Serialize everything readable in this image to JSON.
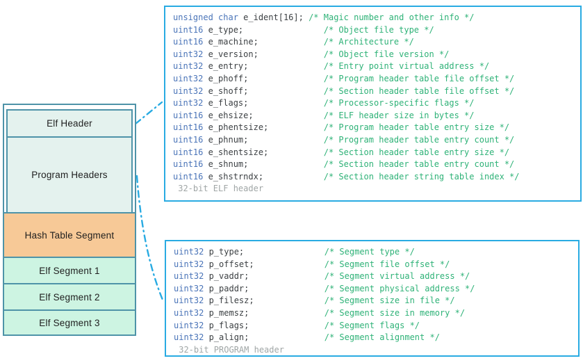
{
  "diagram": {
    "boxes": [
      {
        "label": "Elf Header"
      },
      {
        "label": "Program Headers"
      },
      {
        "label": "Hash Table Segment"
      },
      {
        "label": "Elf Segment 1"
      },
      {
        "label": "Elf Segment 2"
      },
      {
        "label": "Elf Segment 3"
      }
    ]
  },
  "elf_header_block": {
    "lines": [
      {
        "t": "unsigned char",
        "d": " e_ident[16]; ",
        "c": "/* Magic number and other info */"
      },
      {
        "t": "uint16",
        "d": " e_type;                ",
        "c": "/* Object file type */"
      },
      {
        "t": "uint16",
        "d": " e_machine;             ",
        "c": "/* Architecture */"
      },
      {
        "t": "uint32",
        "d": " e_version;             ",
        "c": "/* Object file version */"
      },
      {
        "t": "uint32",
        "d": " e_entry;               ",
        "c": "/* Entry point virtual address */"
      },
      {
        "t": "uint32",
        "d": " e_phoff;               ",
        "c": "/* Program header table file offset */"
      },
      {
        "t": "uint32",
        "d": " e_shoff;               ",
        "c": "/* Section header table file offset */"
      },
      {
        "t": "uint32",
        "d": " e_flags;               ",
        "c": "/* Processor-specific flags */"
      },
      {
        "t": "uint16",
        "d": " e_ehsize;              ",
        "c": "/* ELF header size in bytes */"
      },
      {
        "t": "uint16",
        "d": " e_phentsize;           ",
        "c": "/* Program header table entry size */"
      },
      {
        "t": "uint16",
        "d": " e_phnum;               ",
        "c": "/* Program header table entry count */"
      },
      {
        "t": "uint16",
        "d": " e_shentsize;           ",
        "c": "/* Section header table entry size */"
      },
      {
        "t": "uint16",
        "d": " e_shnum;               ",
        "c": "/* Section header table entry count */"
      },
      {
        "t": "uint16",
        "d": " e_shstrndx;            ",
        "c": "/* Section header string table index */"
      }
    ],
    "caption": " 32-bit ELF header"
  },
  "program_header_block": {
    "lines": [
      {
        "t": "uint32",
        "d": " p_type;                ",
        "c": "/* Segment type */"
      },
      {
        "t": "uint32",
        "d": " p_offset;              ",
        "c": "/* Segment file offset */"
      },
      {
        "t": "uint32",
        "d": " p_vaddr;               ",
        "c": "/* Segment virtual address */"
      },
      {
        "t": "uint32",
        "d": " p_paddr;               ",
        "c": "/* Segment physical address */"
      },
      {
        "t": "uint32",
        "d": " p_filesz;              ",
        "c": "/* Segment size in file */"
      },
      {
        "t": "uint32",
        "d": " p_memsz;               ",
        "c": "/* Segment size in memory */"
      },
      {
        "t": "uint32",
        "d": " p_flags;               ",
        "c": "/* Segment flags */"
      },
      {
        "t": "uint32",
        "d": " p_align;               ",
        "c": "/* Segment alignment */"
      }
    ],
    "caption": " 32-bit PROGRAM header"
  },
  "colors": {
    "box_border": "#4e93a8",
    "code_border": "#29abe2",
    "connector": "#29abe2",
    "fill_header": "#e4f2ee",
    "fill_hash": "#f7c997",
    "fill_segment": "#cdf4e2",
    "type_token": "#4a74b8",
    "identifier": "#3c4043",
    "comment": "#2eb277",
    "caption": "#a0a6a6"
  }
}
